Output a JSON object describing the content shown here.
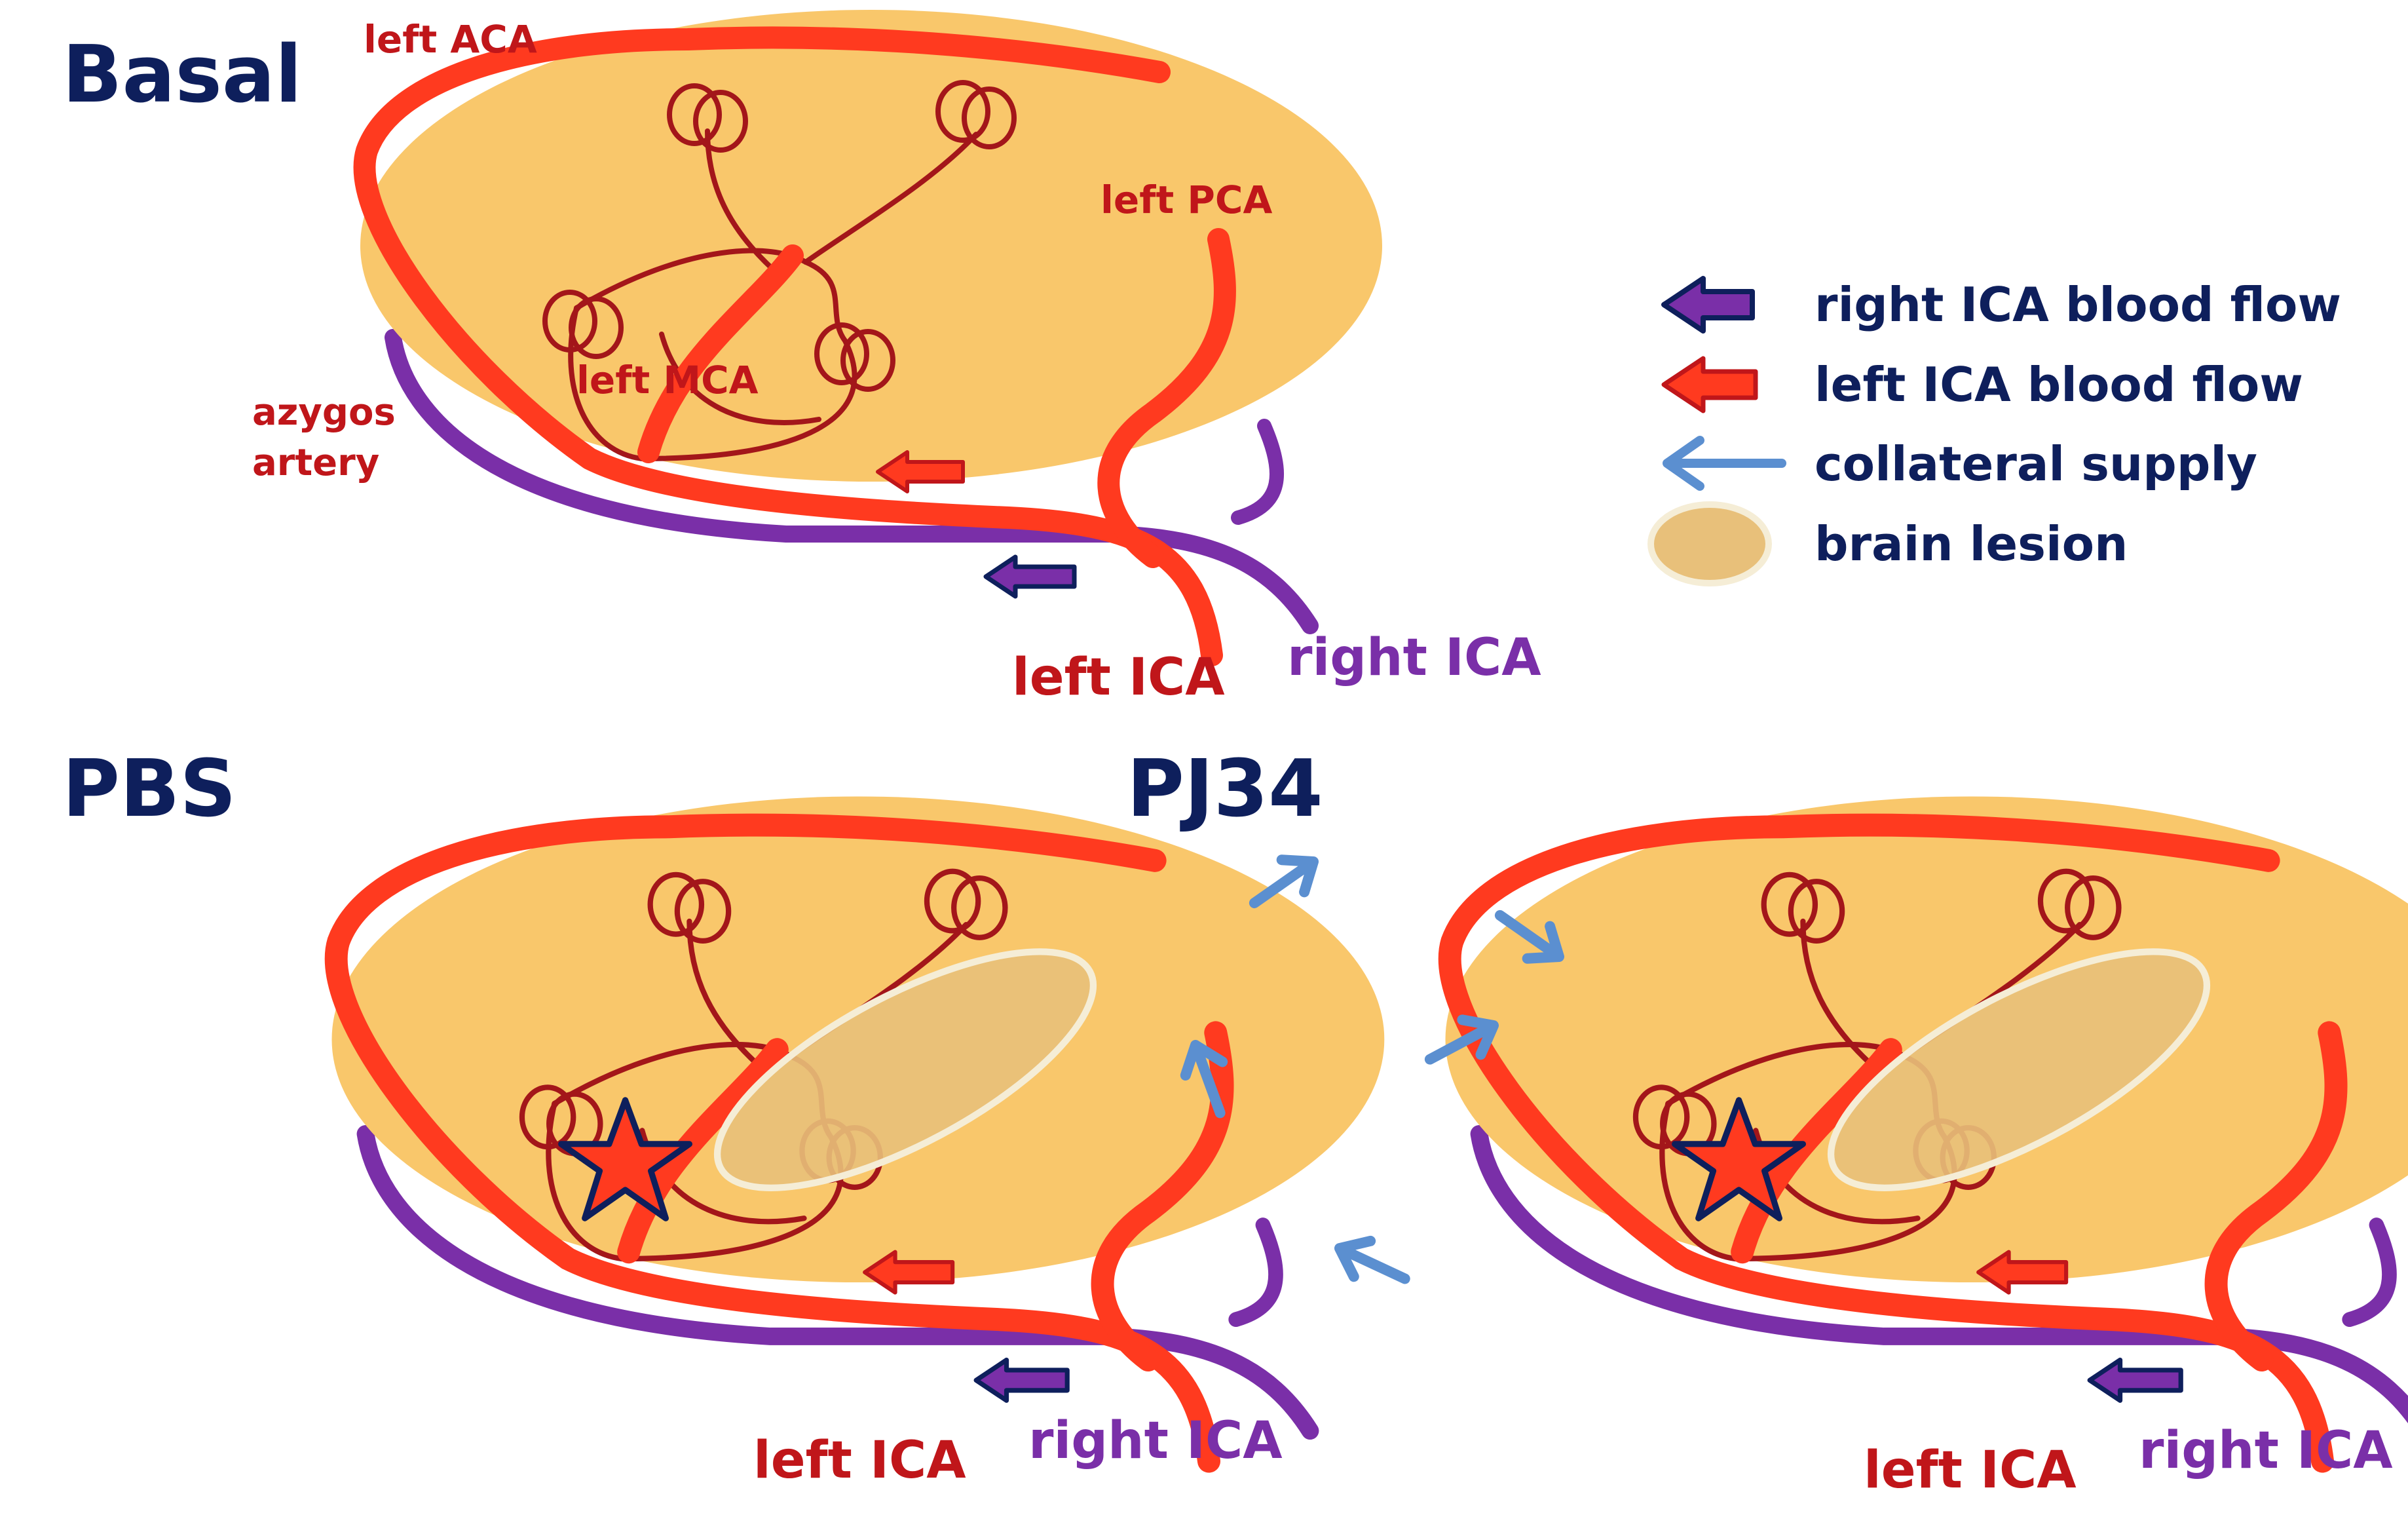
{
  "panels": {
    "basal": {
      "title": "Basal",
      "labels": {
        "left_aca": "left ACA",
        "left_pca": "left PCA",
        "left_mca": "left MCA",
        "azygos_line1": "azygos",
        "azygos_line2": "artery",
        "left_ica": "left ICA",
        "right_ica": "right ICA"
      }
    },
    "pbs": {
      "title": "PBS",
      "labels": {
        "left_ica": "left ICA",
        "right_ica": "right ICA"
      }
    },
    "pj34": {
      "title": "PJ34",
      "labels": {
        "left_ica": "left ICA",
        "right_ica": "right ICA"
      }
    }
  },
  "legend": {
    "items": [
      {
        "label": "right ICA blood flow",
        "icon": "purple-arrow"
      },
      {
        "label": "left ICA blood flow",
        "icon": "red-arrow"
      },
      {
        "label": "collateral supply",
        "icon": "blue-thin-arrow"
      },
      {
        "label": "brain lesion",
        "icon": "tan-ellipse"
      }
    ]
  },
  "colors": {
    "brain": "#f9c76b",
    "left_artery": "#ff3a1f",
    "right_artery": "#7a2fa8",
    "thin_vessel": "#a3161a",
    "collateral": "#5b8fd0",
    "lesion_fill": "#e8c07a",
    "lesion_stroke": "#f5edd6",
    "title_text": "#0e1f5c",
    "red_text": "#c0161a",
    "purple_text": "#7a2fa8",
    "legend_text": "#0e1f5c"
  }
}
